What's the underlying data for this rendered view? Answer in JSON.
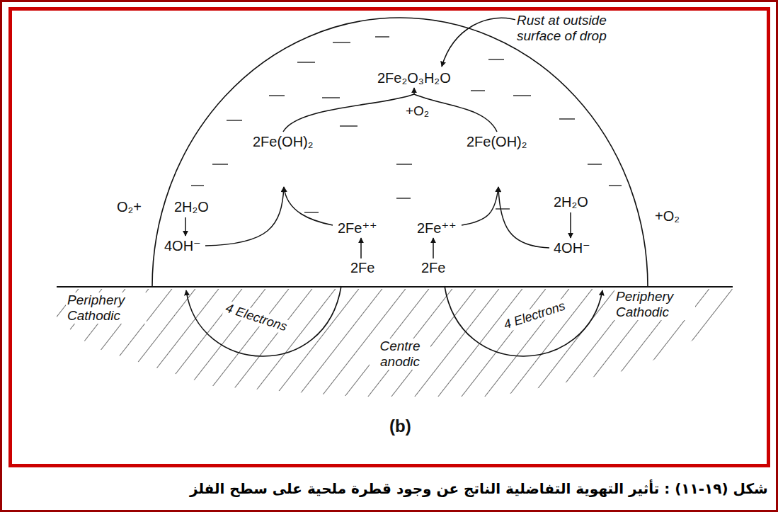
{
  "diagram": {
    "caption": "شكل (١٩-١١) : تأثير التهوية التفاضلية الناتج عن وجود قطرة ملحية على سطح الفلز",
    "labels": [
      "Rust at outside surface of drop",
      "2Fe₂O₃H₂O",
      "+O₂",
      "2Fe(OH)₂",
      "2Fe(OH)₂",
      "O₂+",
      "2H₂O",
      "2H₂O",
      "+O₂",
      "2Fe⁺⁺",
      "2Fe⁺⁺",
      "4OH⁻",
      "4OH⁻",
      "2Fe",
      "2Fe",
      "Periphery Cathodic",
      "Periphery Cathodic",
      "4 Electrons",
      "4 Electrons",
      "Centre anodic",
      "(b)"
    ]
  }
}
